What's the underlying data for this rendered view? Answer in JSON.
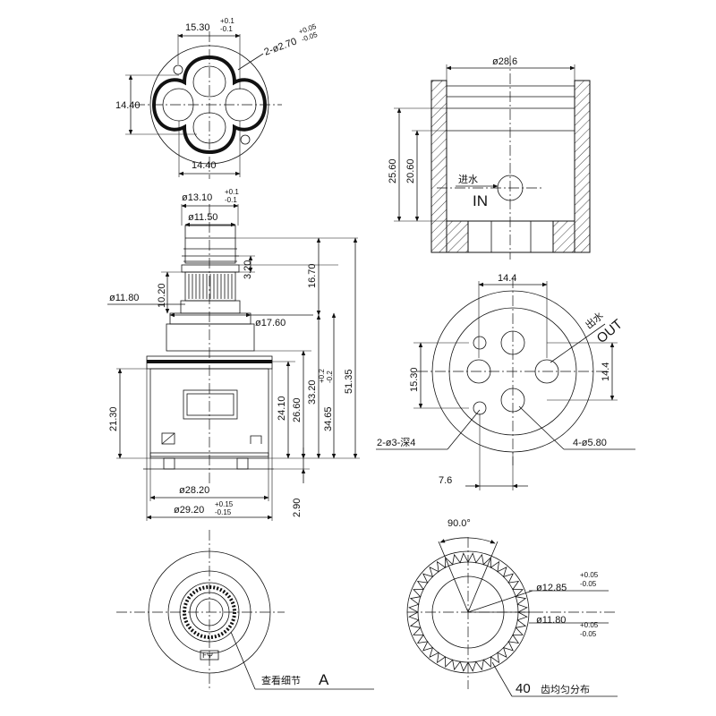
{
  "top_view": {
    "dim_width": "15.30",
    "dim_width_tol_upper": "+0.1",
    "dim_width_tol_lower": "-0.1",
    "dim_holes": "2-ø2.70",
    "dim_holes_tol_upper": "+0.05",
    "dim_holes_tol_lower": "-0.05",
    "dim_left": "14.40",
    "dim_bottom": "14.40"
  },
  "side_view": {
    "dim_stem": "ø13.10",
    "dim_stem_tol_upper": "+0.1",
    "dim_stem_tol_lower": "-0.1",
    "dim_top": "ø11.50",
    "dim_spline": "ø11.80",
    "dim_shoulder": "ø17.60",
    "dim_body": "ø28.20",
    "dim_base": "ø29.20",
    "dim_base_tol_upper": "+0.15",
    "dim_base_tol_lower": "-0.15",
    "dim_h_10_20": "10.20",
    "dim_h_3_20": "3.20",
    "dim_h_16_70": "16.70",
    "dim_h_21_30": "21.30",
    "dim_h_24_10": "24.10",
    "dim_h_26_60": "26.60",
    "dim_h_33_20": "33.20",
    "dim_h_34_65": "34.65",
    "dim_h_34_65_tol_upper": "+0.2",
    "dim_h_34_65_tol_lower": "-0.2",
    "dim_h_51_35": "51.35",
    "dim_h_2_90": "2.90"
  },
  "housing_view": {
    "dim_dia": "ø28.6",
    "dim_h_25_60": "25.60",
    "dim_h_20_60": "20.60",
    "inlet_cn": "进水",
    "inlet_en": "IN"
  },
  "bottom_view": {
    "dim_top": "14.4",
    "dim_left": "15.30",
    "dim_right": "14.4",
    "dim_bottom": "7.6",
    "outlet_cn": "出水",
    "outlet_en": "OUT",
    "dim_pins": "2-ø3-深4",
    "dim_holes": "4-ø5.80"
  },
  "stem_end_view": {
    "detail_label": "查看细节",
    "detail_letter": "A",
    "logo_text": "ͰΨ"
  },
  "detail_view": {
    "angle": "90.0°",
    "dim_outer": "ø12.85",
    "dim_outer_tol_upper": "+0.05",
    "dim_outer_tol_lower": "-0.05",
    "dim_inner": "ø11.80",
    "dim_inner_tol_upper": "+0.05",
    "dim_inner_tol_lower": "-0.05",
    "teeth_count": "40",
    "teeth_note": "齿均匀分布"
  }
}
